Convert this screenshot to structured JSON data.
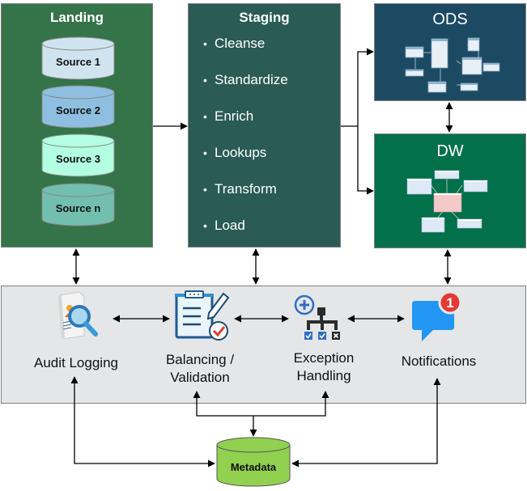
{
  "landing": {
    "title": "Landing",
    "sources": [
      {
        "label": "Source 1",
        "color": "#d0e4ef"
      },
      {
        "label": "Source 2",
        "color": "#8fbfe0"
      },
      {
        "label": "Source 3",
        "color": "#b3ffe3"
      },
      {
        "label": "Source n",
        "color": "#72bfb0"
      }
    ]
  },
  "staging": {
    "title": "Staging",
    "steps": [
      "Cleanse",
      "Standardize",
      "Enrich",
      "Lookups",
      "Transform",
      "Load"
    ]
  },
  "ods": {
    "title": "ODS"
  },
  "dw": {
    "title": "DW"
  },
  "management": {
    "items": [
      {
        "label": "Audit Logging",
        "icon": "audit-search-icon"
      },
      {
        "label_line1": "Balancing /",
        "label_line2": "Validation",
        "icon": "clipboard-check-icon"
      },
      {
        "label_line1": "Exception",
        "label_line2": "Handling",
        "icon": "hierarchy-exception-icon"
      },
      {
        "label": "Notifications",
        "icon": "chat-bubble-icon",
        "badge": "1"
      }
    ]
  },
  "metadata": {
    "label": "Metadata",
    "color": "#92d050"
  },
  "colors": {
    "landing": "#357349",
    "staging": "#2a5b55",
    "ods": "#1d4a63",
    "dw": "#02704a",
    "management_panel": "#e4e6e7",
    "notification_blue": "#2196f3",
    "badge_red": "#e53935"
  }
}
